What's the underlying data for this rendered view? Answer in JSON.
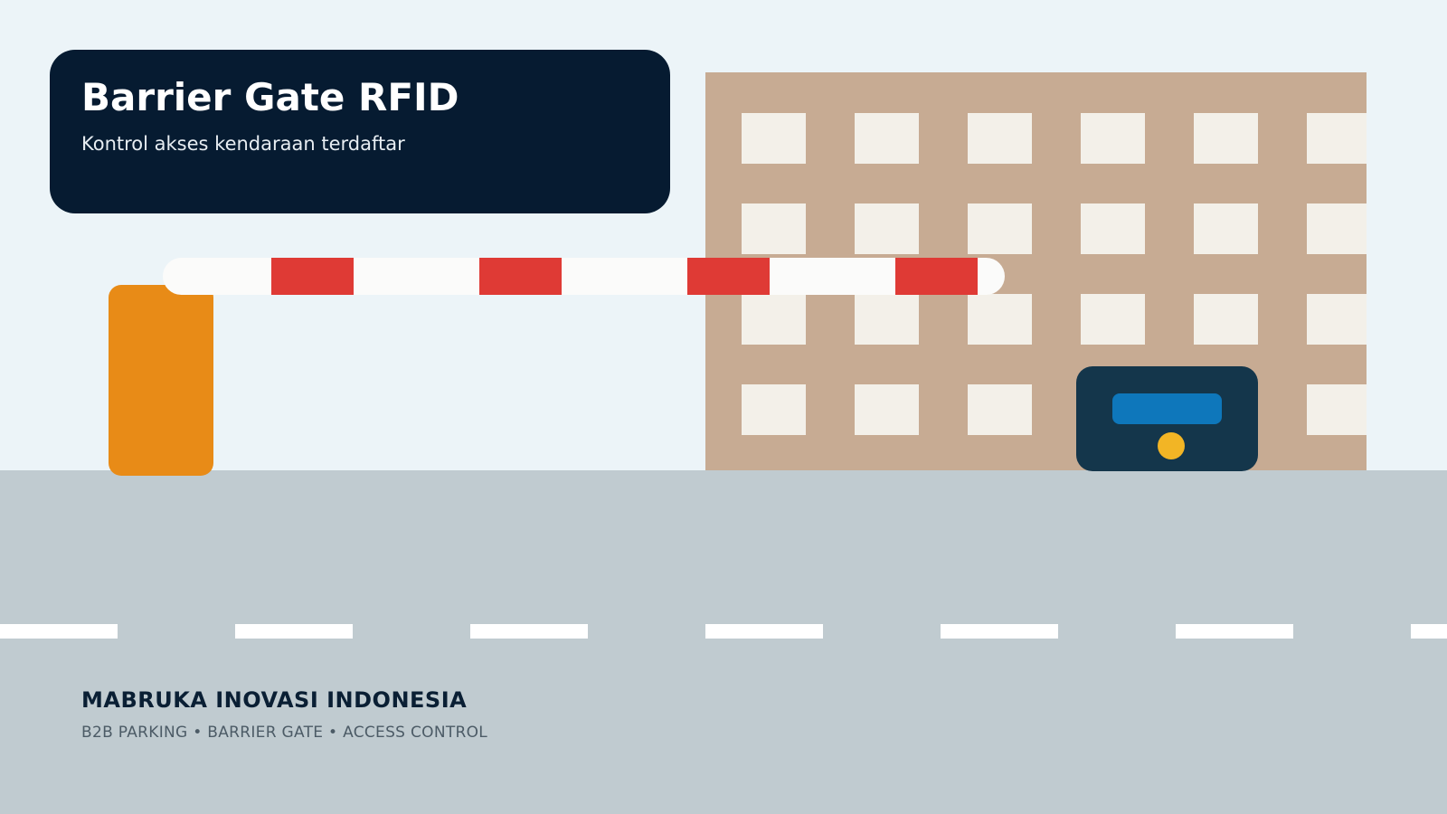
{
  "header": {
    "title": "Barrier Gate RFID",
    "subtitle": "Kontrol akses kendaraan terdaftar"
  },
  "footer": {
    "brand": "MABRUKA INOVASI INDONESIA",
    "tagline": "B2B PARKING • BARRIER GATE • ACCESS CONTROL"
  },
  "colors": {
    "sky": "#ecf4f8",
    "road": "#c0cbd0",
    "title_card": "#061b31",
    "gate_post": "#e88b17",
    "gate_arm": "#fbfbfa",
    "gate_stripe": "#df3a35",
    "building": "#c7ab93",
    "window": "#f3f0e9",
    "reader_body": "#14364b",
    "reader_screen": "#0e77bb",
    "reader_led": "#f2b525"
  },
  "icons": {
    "gate": "barrier-gate-icon",
    "building": "building-icon",
    "reader": "rfid-reader-icon"
  }
}
